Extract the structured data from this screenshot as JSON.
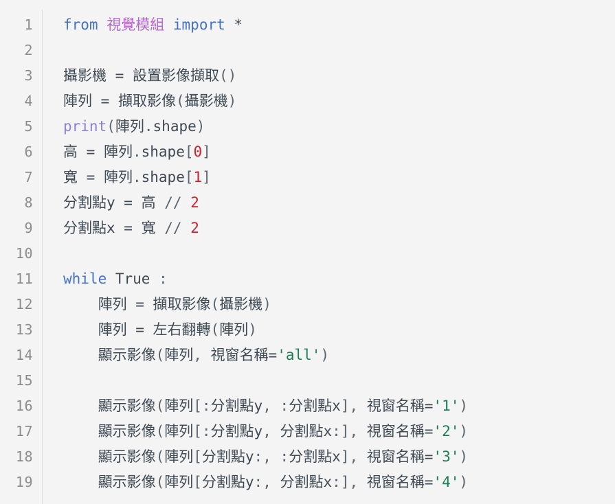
{
  "editor": {
    "language": "python",
    "background_color": "#f4f4f4",
    "gutter_divider_color": "#dcdcdc",
    "line_count": 19
  },
  "theme": {
    "plain": "#3f4a55",
    "keyword": "#4472c4",
    "module": "#b467ce",
    "builtin": "#8a7fd4",
    "number": "#cc2229",
    "string": "#1a7f53",
    "punct": "#5a6570",
    "line_number": "#8c8c8c"
  },
  "line_numbers": [
    "1",
    "2",
    "3",
    "4",
    "5",
    "6",
    "7",
    "8",
    "9",
    "10",
    "11",
    "12",
    "13",
    "14",
    "15",
    "16",
    "17",
    "18",
    "19"
  ],
  "lines": [
    {
      "number": "1",
      "text": "from 視覺模組 import *",
      "tokens": [
        [
          "from",
          "keyword"
        ],
        [
          " ",
          "plain"
        ],
        [
          "視覺模組",
          "module"
        ],
        [
          " ",
          "plain"
        ],
        [
          "import",
          "keyword"
        ],
        [
          " ",
          "plain"
        ],
        [
          "*",
          "plain"
        ]
      ]
    },
    {
      "number": "2",
      "text": "",
      "tokens": []
    },
    {
      "number": "3",
      "text": "攝影機 = 設置影像擷取()",
      "tokens": [
        [
          "攝影機 ",
          "plain"
        ],
        [
          "=",
          "op"
        ],
        [
          " 設置影像擷取",
          "plain"
        ],
        [
          "(",
          "punct"
        ],
        [
          ")",
          "punct"
        ]
      ]
    },
    {
      "number": "4",
      "text": "陣列 = 擷取影像(攝影機)",
      "tokens": [
        [
          "陣列 ",
          "plain"
        ],
        [
          "=",
          "op"
        ],
        [
          " 擷取影像",
          "plain"
        ],
        [
          "(",
          "punct"
        ],
        [
          "攝影機",
          "plain"
        ],
        [
          ")",
          "punct"
        ]
      ]
    },
    {
      "number": "5",
      "text": "print(陣列.shape)",
      "tokens": [
        [
          "print",
          "builtin"
        ],
        [
          "(",
          "punct"
        ],
        [
          "陣列",
          "plain"
        ],
        [
          ".",
          "punct"
        ],
        [
          "shape",
          "plain"
        ],
        [
          ")",
          "punct"
        ]
      ]
    },
    {
      "number": "6",
      "text": "高 = 陣列.shape[0]",
      "tokens": [
        [
          "高 ",
          "plain"
        ],
        [
          "=",
          "op"
        ],
        [
          " 陣列",
          "plain"
        ],
        [
          ".",
          "punct"
        ],
        [
          "shape",
          "plain"
        ],
        [
          "[",
          "punct"
        ],
        [
          "0",
          "number"
        ],
        [
          "]",
          "punct"
        ]
      ]
    },
    {
      "number": "7",
      "text": "寬 = 陣列.shape[1]",
      "tokens": [
        [
          "寬 ",
          "plain"
        ],
        [
          "=",
          "op"
        ],
        [
          " 陣列",
          "plain"
        ],
        [
          ".",
          "punct"
        ],
        [
          "shape",
          "plain"
        ],
        [
          "[",
          "punct"
        ],
        [
          "1",
          "number"
        ],
        [
          "]",
          "punct"
        ]
      ]
    },
    {
      "number": "8",
      "text": "分割點y = 高 // 2",
      "tokens": [
        [
          "分割點y ",
          "plain"
        ],
        [
          "=",
          "op"
        ],
        [
          " 高 ",
          "plain"
        ],
        [
          "//",
          "punct"
        ],
        [
          " ",
          "plain"
        ],
        [
          "2",
          "number"
        ]
      ]
    },
    {
      "number": "9",
      "text": "分割點x = 寬 // 2",
      "tokens": [
        [
          "分割點x ",
          "plain"
        ],
        [
          "=",
          "op"
        ],
        [
          " 寬 ",
          "plain"
        ],
        [
          "//",
          "punct"
        ],
        [
          " ",
          "plain"
        ],
        [
          "2",
          "number"
        ]
      ]
    },
    {
      "number": "10",
      "text": "",
      "tokens": []
    },
    {
      "number": "11",
      "text": "while True :",
      "tokens": [
        [
          "while",
          "keyword"
        ],
        [
          " True ",
          "plain"
        ],
        [
          ":",
          "punct"
        ]
      ]
    },
    {
      "number": "12",
      "text": "    陣列 = 擷取影像(攝影機)",
      "tokens": [
        [
          "    陣列 ",
          "plain"
        ],
        [
          "=",
          "op"
        ],
        [
          " 擷取影像",
          "plain"
        ],
        [
          "(",
          "punct"
        ],
        [
          "攝影機",
          "plain"
        ],
        [
          ")",
          "punct"
        ]
      ]
    },
    {
      "number": "13",
      "text": "    陣列 = 左右翻轉(陣列)",
      "tokens": [
        [
          "    陣列 ",
          "plain"
        ],
        [
          "=",
          "op"
        ],
        [
          " 左右翻轉",
          "plain"
        ],
        [
          "(",
          "punct"
        ],
        [
          "陣列",
          "plain"
        ],
        [
          ")",
          "punct"
        ]
      ]
    },
    {
      "number": "14",
      "text": "    顯示影像(陣列, 視窗名稱='all')",
      "tokens": [
        [
          "    顯示影像",
          "plain"
        ],
        [
          "(",
          "punct"
        ],
        [
          "陣列",
          "plain"
        ],
        [
          ", ",
          "punct"
        ],
        [
          "視窗名稱",
          "plain"
        ],
        [
          "=",
          "op"
        ],
        [
          "'all'",
          "string"
        ],
        [
          ")",
          "punct"
        ]
      ]
    },
    {
      "number": "15",
      "text": "",
      "tokens": []
    },
    {
      "number": "16",
      "text": "    顯示影像(陣列[:分割點y, :分割點x], 視窗名稱='1')",
      "tokens": [
        [
          "    顯示影像",
          "plain"
        ],
        [
          "(",
          "punct"
        ],
        [
          "陣列",
          "plain"
        ],
        [
          "[",
          "punct"
        ],
        [
          ":",
          "punct"
        ],
        [
          "分割點y",
          "plain"
        ],
        [
          ", ",
          "punct"
        ],
        [
          ":",
          "punct"
        ],
        [
          "分割點x",
          "plain"
        ],
        [
          "]",
          "punct"
        ],
        [
          ", ",
          "punct"
        ],
        [
          "視窗名稱",
          "plain"
        ],
        [
          "=",
          "op"
        ],
        [
          "'1'",
          "string"
        ],
        [
          ")",
          "punct"
        ]
      ]
    },
    {
      "number": "17",
      "text": "    顯示影像(陣列[:分割點y, 分割點x:], 視窗名稱='2')",
      "tokens": [
        [
          "    顯示影像",
          "plain"
        ],
        [
          "(",
          "punct"
        ],
        [
          "陣列",
          "plain"
        ],
        [
          "[",
          "punct"
        ],
        [
          ":",
          "punct"
        ],
        [
          "分割點y",
          "plain"
        ],
        [
          ", ",
          "punct"
        ],
        [
          "分割點x",
          "plain"
        ],
        [
          ":",
          "punct"
        ],
        [
          "]",
          "punct"
        ],
        [
          ", ",
          "punct"
        ],
        [
          "視窗名稱",
          "plain"
        ],
        [
          "=",
          "op"
        ],
        [
          "'2'",
          "string"
        ],
        [
          ")",
          "punct"
        ]
      ]
    },
    {
      "number": "18",
      "text": "    顯示影像(陣列[分割點y:, :分割點x], 視窗名稱='3')",
      "tokens": [
        [
          "    顯示影像",
          "plain"
        ],
        [
          "(",
          "punct"
        ],
        [
          "陣列",
          "plain"
        ],
        [
          "[",
          "punct"
        ],
        [
          "分割點y",
          "plain"
        ],
        [
          ":",
          "punct"
        ],
        [
          ", ",
          "punct"
        ],
        [
          ":",
          "punct"
        ],
        [
          "分割點x",
          "plain"
        ],
        [
          "]",
          "punct"
        ],
        [
          ", ",
          "punct"
        ],
        [
          "視窗名稱",
          "plain"
        ],
        [
          "=",
          "op"
        ],
        [
          "'3'",
          "string"
        ],
        [
          ")",
          "punct"
        ]
      ]
    },
    {
      "number": "19",
      "text": "    顯示影像(陣列[分割點y:, 分割點x:], 視窗名稱='4')",
      "tokens": [
        [
          "    顯示影像",
          "plain"
        ],
        [
          "(",
          "punct"
        ],
        [
          "陣列",
          "plain"
        ],
        [
          "[",
          "punct"
        ],
        [
          "分割點y",
          "plain"
        ],
        [
          ":",
          "punct"
        ],
        [
          ", ",
          "punct"
        ],
        [
          "分割點x",
          "plain"
        ],
        [
          ":",
          "punct"
        ],
        [
          "]",
          "punct"
        ],
        [
          ", ",
          "punct"
        ],
        [
          "視窗名稱",
          "plain"
        ],
        [
          "=",
          "op"
        ],
        [
          "'4'",
          "string"
        ],
        [
          ")",
          "punct"
        ]
      ]
    }
  ]
}
